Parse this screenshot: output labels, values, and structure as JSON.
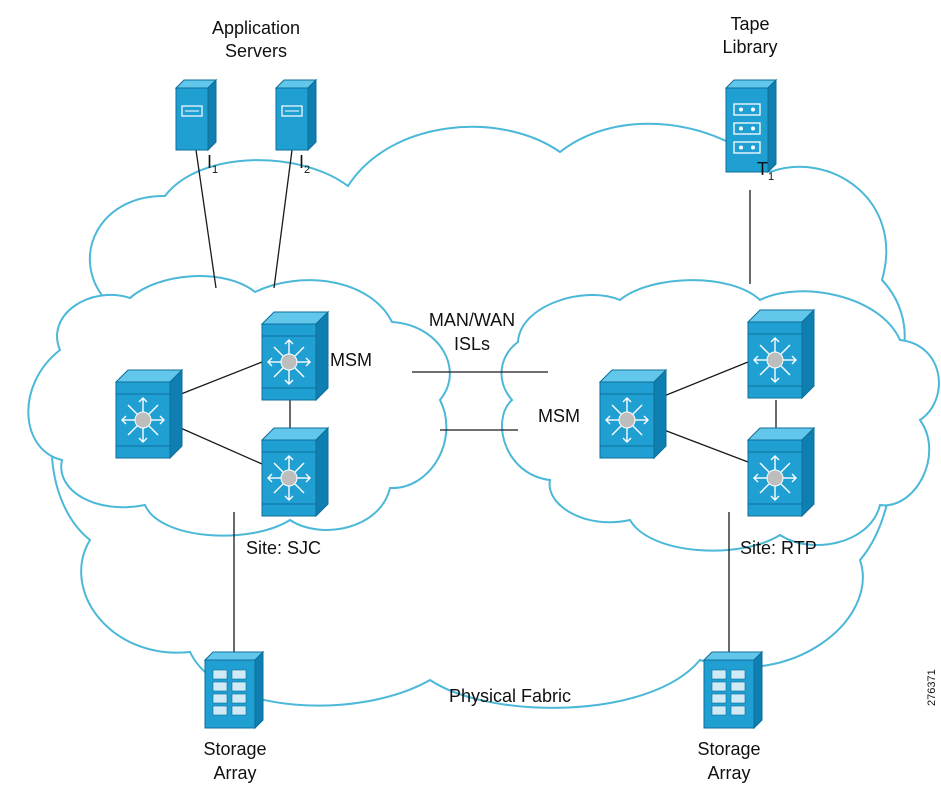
{
  "labels": {
    "app_servers_line1": "Application",
    "app_servers_line2": "Servers",
    "tape_line1": "Tape",
    "tape_line2": "Library",
    "i1_main": "I",
    "i1_sub": "1",
    "i2_main": "I",
    "i2_sub": "2",
    "t1_main": "T",
    "t1_sub": "1",
    "msm_left": "MSM",
    "msm_right": "MSM",
    "man_wan_line1": "MAN/WAN",
    "man_wan_line2": "ISLs",
    "site_sjc": "Site: SJC",
    "site_rtp": "Site: RTP",
    "physical_fabric": "Physical Fabric",
    "storage_left_line1": "Storage",
    "storage_left_line2": "Array",
    "storage_right_line1": "Storage",
    "storage_right_line2": "Array",
    "figure_id": "276371"
  },
  "colors": {
    "cloud_outline": "#4bb8d8",
    "device_blue": "#1f9fd2",
    "link": "#1a1a1a"
  },
  "icons": {
    "server": "server-icon",
    "tape": "tape-library-icon",
    "switch": "mds-switch-icon",
    "storage": "storage-array-icon"
  }
}
